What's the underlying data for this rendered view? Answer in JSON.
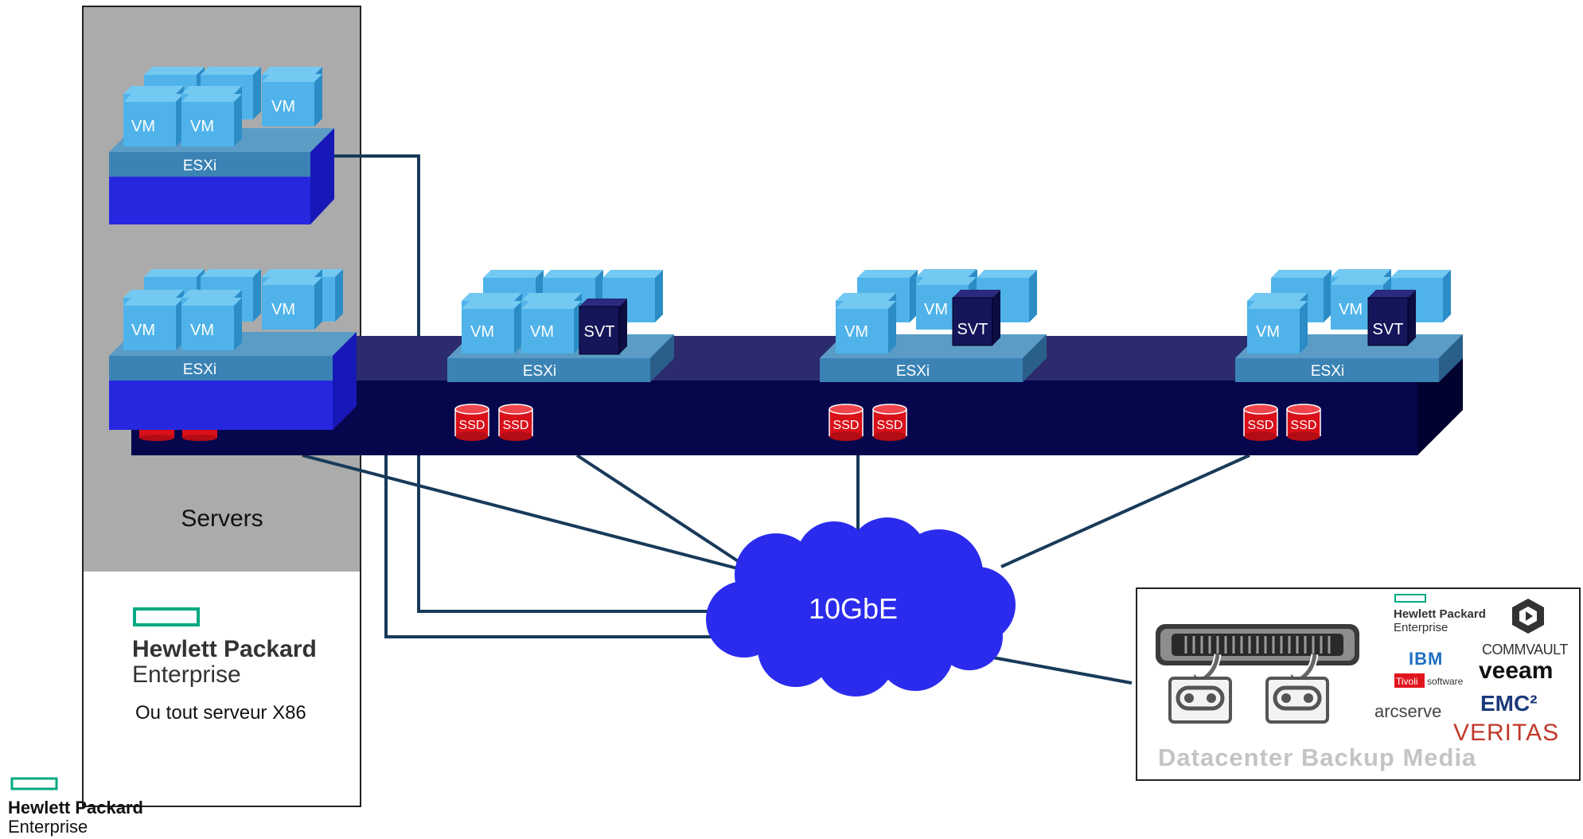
{
  "labels": {
    "vm": "VM",
    "esxi": "ESXi",
    "svt": "SVT",
    "ssd": "SSD",
    "network": "10GbE"
  },
  "server_rack": {
    "title": "Servers",
    "vendor_line1": "Hewlett Packard",
    "vendor_line2": "Enterprise",
    "note": "Ou tout serveur X86"
  },
  "backup": {
    "title": "Datacenter Backup Media",
    "hpe_line1": "Hewlett Packard",
    "hpe_line2": "Enterprise",
    "ibm": "IBM",
    "tivoli": "Tivoli",
    "tivoli_sub": "software",
    "commvault": "COMMVAULT",
    "veeam": "veeam",
    "emc": "EMC²",
    "arcserve": "arcserve",
    "veritas": "VERITAS"
  },
  "footer_logo": {
    "line1": "Hewlett Packard",
    "line2": "Enterprise"
  },
  "colors": {
    "vm_face": "#4fb3ea",
    "vm_top": "#6fc5f0",
    "vm_side": "#2d8fc8",
    "esxi_face": "#3b83b5",
    "svt_face": "#1a1a5e",
    "server_body": "#2727e0",
    "backbone": "#06064d",
    "ssd": "#e1151e",
    "line": "#183a5a",
    "cloud": "#2b2bee",
    "rack_bg": "#ababab",
    "hpe_green": "#01a982"
  }
}
